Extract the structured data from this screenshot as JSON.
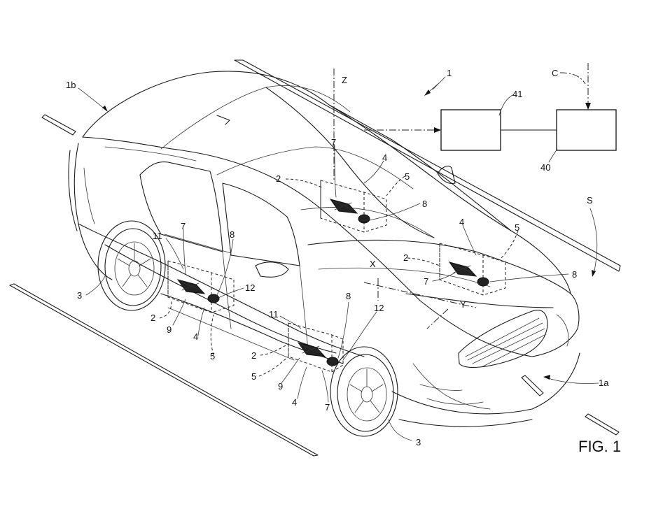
{
  "figure": {
    "caption": "FIG. 1",
    "labels": {
      "l1": "1",
      "l1a": "1a",
      "l1b": "1b",
      "l2a": "2",
      "l2b": "2",
      "l2c": "2",
      "l2d": "2",
      "l3a": "3",
      "l3b": "3",
      "l4a": "4",
      "l4b": "4",
      "l4c": "4",
      "l4d": "4",
      "l5a": "5",
      "l5b": "5",
      "l5c": "5",
      "l5d": "5",
      "l7a": "7",
      "l7b": "7",
      "l7c": "7",
      "l7d": "7",
      "l8a": "8",
      "l8b": "8",
      "l8c": "8",
      "l8d": "8",
      "l9a": "9",
      "l9b": "9",
      "l11a": "11",
      "l11b": "11",
      "l12a": "12",
      "l12b": "12",
      "l40": "40",
      "l41": "41",
      "lC": "C",
      "lS": "S",
      "lX": "X",
      "lY": "Y",
      "lZ": "Z"
    }
  }
}
